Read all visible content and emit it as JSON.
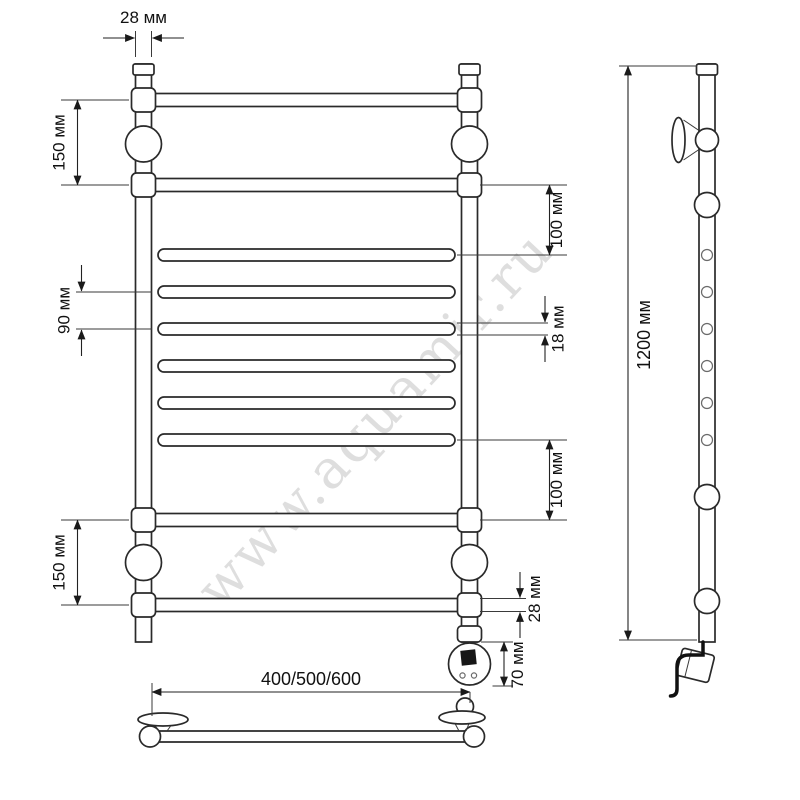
{
  "watermark": "www.aquamir.ru",
  "dimensions": {
    "tube_diameter_top": "28 мм",
    "spacing_left_top": "150 мм",
    "spacing_left_middle": "90 мм",
    "spacing_left_bottom": "150 мм",
    "spacing_right_top": "100 мм",
    "bar_diameter_middle": "18 мм",
    "spacing_right_bottom": "100 мм",
    "tube_diameter_bottom": "28 мм",
    "element_protrusion": "70 мм",
    "overall_height": "1200 мм",
    "width_options": "400/500/600"
  }
}
